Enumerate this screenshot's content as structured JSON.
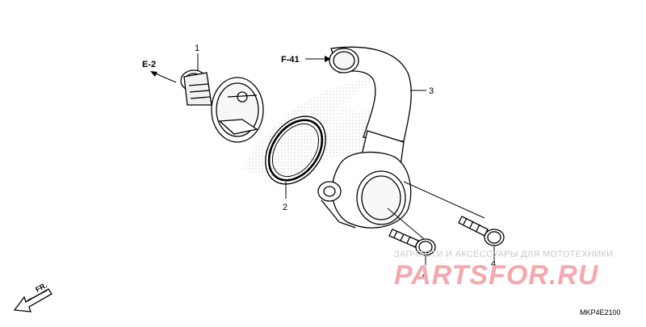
{
  "refs": {
    "e2": "E-2",
    "f41": "F-41"
  },
  "callouts": {
    "part1": "1",
    "part2": "2",
    "part3": "3",
    "part4a": "4",
    "part4b": "4"
  },
  "direction": {
    "label": "FR."
  },
  "diagram_code": "MKP4E2100",
  "watermark": {
    "line1": "ЗАПЧАСТИ И АКСЕССУАРЫ ДЛЯ МОТОТЕХНИКИ",
    "line2": "PARTSFOR.RU",
    "color": "#f4a9ae"
  }
}
